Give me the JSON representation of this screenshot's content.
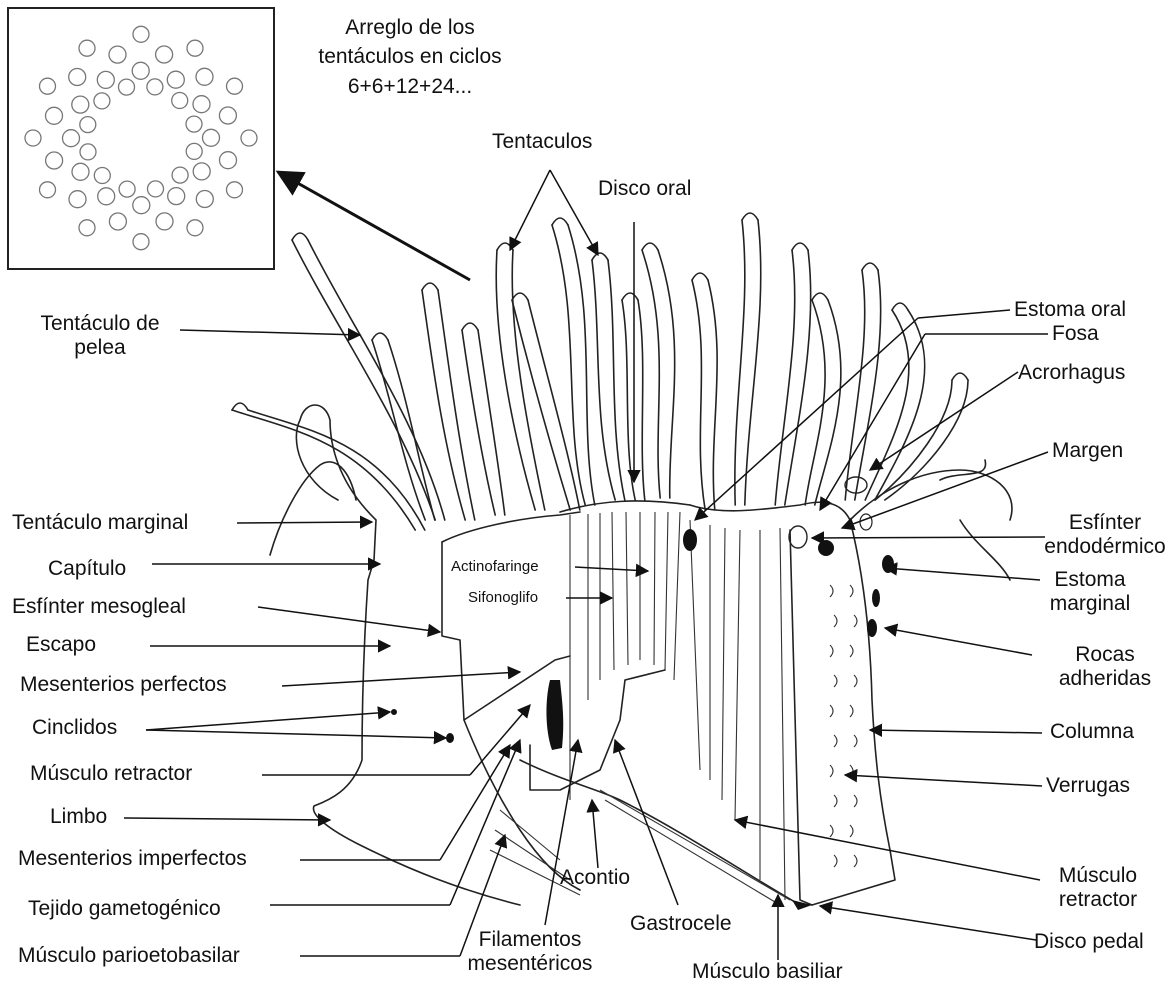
{
  "inset": {
    "caption_lines": [
      "Arreglo de los",
      "tentáculos en ciclos",
      "6+6+12+24..."
    ]
  },
  "labels": {
    "tentaculos": "Tentaculos",
    "disco_oral": "Disco oral",
    "tentaculo_pelea": "Tentáculo de\npelea",
    "tentaculo_marginal": "Tentáculo marginal",
    "capitulo": "Capítulo",
    "esfinter_mesogleal": "Esfínter mesogleal",
    "escapo": "Escapo",
    "mesenterios_perfectos": "Mesenterios perfectos",
    "cinclidos": "Cinclidos",
    "musculo_retractor_left": "Músculo retractor",
    "limbo": "Limbo",
    "mesenterios_imperfectos": "Mesenterios imperfectos",
    "tejido_gametogenico": "Tejido gametogénico",
    "musculo_parietobasilar": "Músculo parioetobasilar",
    "filamentos_mesentericos": "Filamentos\nmesentéricos",
    "acontio": "Acontio",
    "gastrocele": "Gastrocele",
    "musculo_basilar": "Músculo basiliar",
    "actinofaringe": "Actinofaringe",
    "sifonoglifo": "Sifonoglifo",
    "estoma_oral": "Estoma oral",
    "fosa": "Fosa",
    "acrorhagus": "Acrorhagus",
    "margen": "Margen",
    "esfinter_endodermico": "Esfínter\nendodérmico",
    "estoma_marginal": "Estoma\nmarginal",
    "rocas_adheridas": "Rocas\nadheridas",
    "columna": "Columna",
    "verrugas": "Verrugas",
    "musculo_retractor_right": "Músculo\nretractor",
    "disco_pedal": "Disco pedal"
  }
}
